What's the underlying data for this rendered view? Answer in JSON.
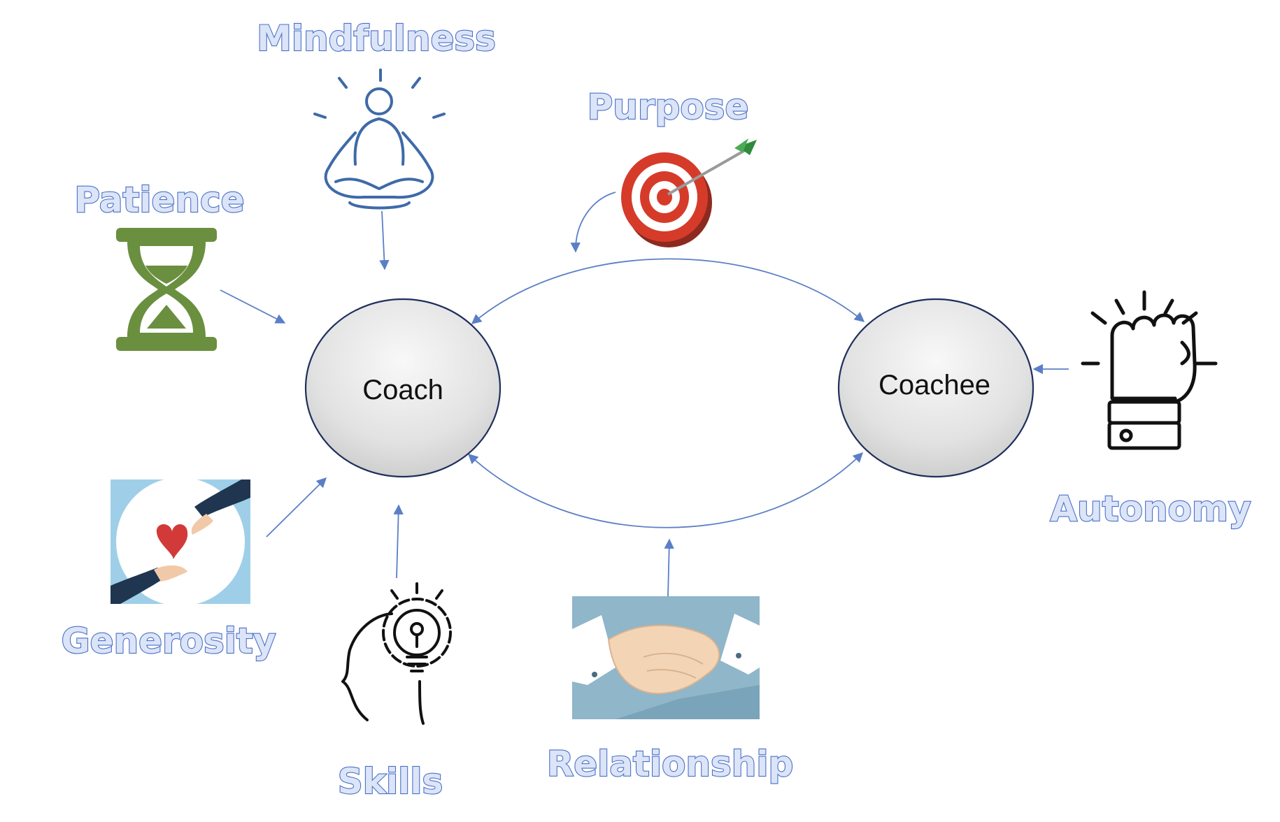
{
  "nodes": {
    "coach": "Coach",
    "coachee": "Coachee"
  },
  "labels": {
    "mindfulness": "Mindfulness",
    "purpose": "Purpose",
    "patience": "Patience",
    "autonomy": "Autonomy",
    "generosity": "Generosity",
    "skills": "Skills",
    "relationship": "Relationship"
  },
  "icons": {
    "mindfulness": "meditation-icon",
    "purpose": "target-arrow-icon",
    "patience": "hourglass-icon",
    "autonomy": "raised-fist-icon",
    "generosity": "hands-heart-icon",
    "skills": "head-lightbulb-gear-icon",
    "relationship": "handshake-icon"
  },
  "colors": {
    "label_fill": "#dce4f7",
    "label_outline": "#4a70c8",
    "connector": "#5b7fc6",
    "node_outline": "#1f2f5c",
    "patience_green": "#6a8f3f",
    "meditation_blue": "#3e6aa8"
  }
}
